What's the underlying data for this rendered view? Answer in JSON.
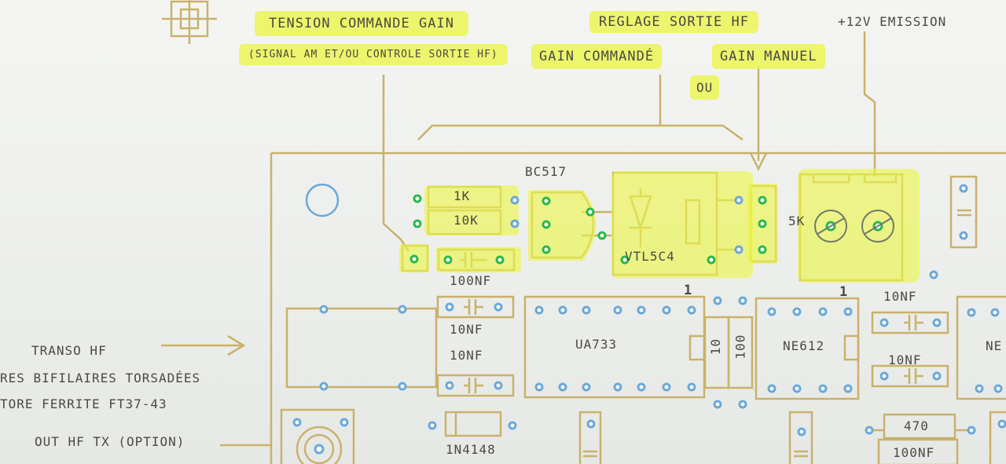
{
  "headings": {
    "tension": "TENSION COMMANDE GAIN",
    "signal": "(SIGNAL AM ET/OU CONTROLE SORTIE HF)",
    "reglage": "REGLAGE SORTIE HF",
    "emission": "+12V EMISSION",
    "gain_commande": "GAIN COMMANDÉ",
    "gain_manuel": "GAIN MANUEL",
    "ou": "OU"
  },
  "components": {
    "bc517": "BC517",
    "r1k": "1K",
    "r10k": "10K",
    "c100nf": "100NF",
    "vtl5c4": "VTL5C4",
    "pot5k": "5K",
    "c10nf_a": "10NF",
    "c10nf_b": "10NF",
    "c10nf_c": "10NF",
    "c10nf_d": "10NF",
    "ua733": "UA733",
    "ne612": "NE612",
    "ne_cut": "NE",
    "r10": "10",
    "r100": "100",
    "pin1_a": "1",
    "pin1_b": "1",
    "diode": "1N4148",
    "r470": "470",
    "c100nf_b": "100NF"
  },
  "notes": {
    "transo": "TRANSO HF",
    "bifilaires": "RES BIFILAIRES TORSADÉES",
    "tore": "TORE FERRITE FT37-43",
    "out": "OUT HF TX (OPTION)"
  },
  "colors": {
    "trace": "#c8b26a",
    "highlight": "#ebf546",
    "pad_blue": "#6aa8d8",
    "pad_green": "#2ab84a"
  }
}
